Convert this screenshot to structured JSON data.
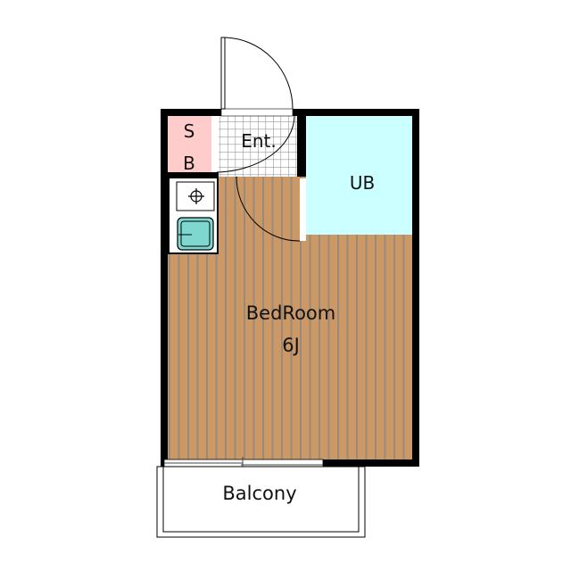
{
  "rooms": {
    "storage": {
      "label_top": "S",
      "label_bottom": "B"
    },
    "entrance": {
      "label": "Ent."
    },
    "bath": {
      "label": "UB"
    },
    "bedroom": {
      "label": "BedRoom",
      "size": "6J"
    },
    "balcony": {
      "label": "Balcony"
    }
  },
  "colors": {
    "wall": "#000000",
    "storage": "#ffcccc",
    "bath": "#ccffff",
    "floor": "#cc9966",
    "floor_stripe": "#9a8a7a",
    "sink": "#7fd8d0"
  }
}
